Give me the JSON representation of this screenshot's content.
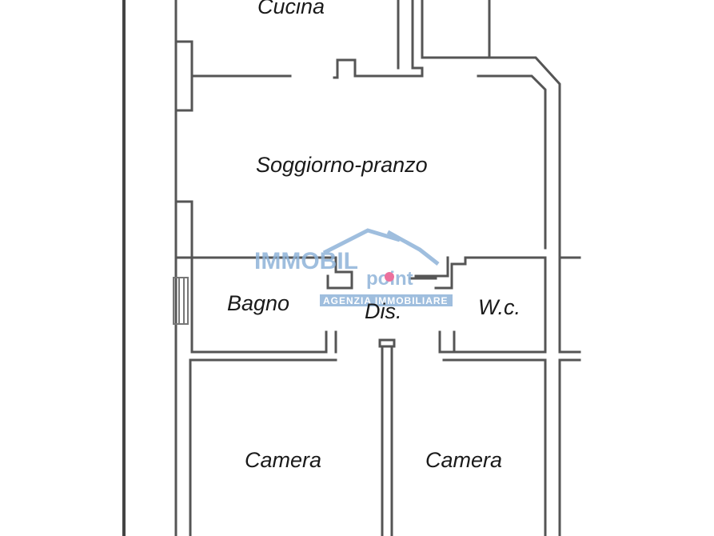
{
  "rooms": {
    "cucina": "Cucina",
    "soggiorno": "Soggiorno-pranzo",
    "bagno": "Bagno",
    "disimpegno": "Dis.",
    "wc": "W.c.",
    "camera_left": "Camera",
    "camera_right": "Camera"
  },
  "watermark": {
    "brand": "IMMOBIL",
    "brand_suffix": "point",
    "tagline": "AGENZIA IMMOBILIARE",
    "color": "#8fb3d9",
    "accent": "#e8588c"
  }
}
